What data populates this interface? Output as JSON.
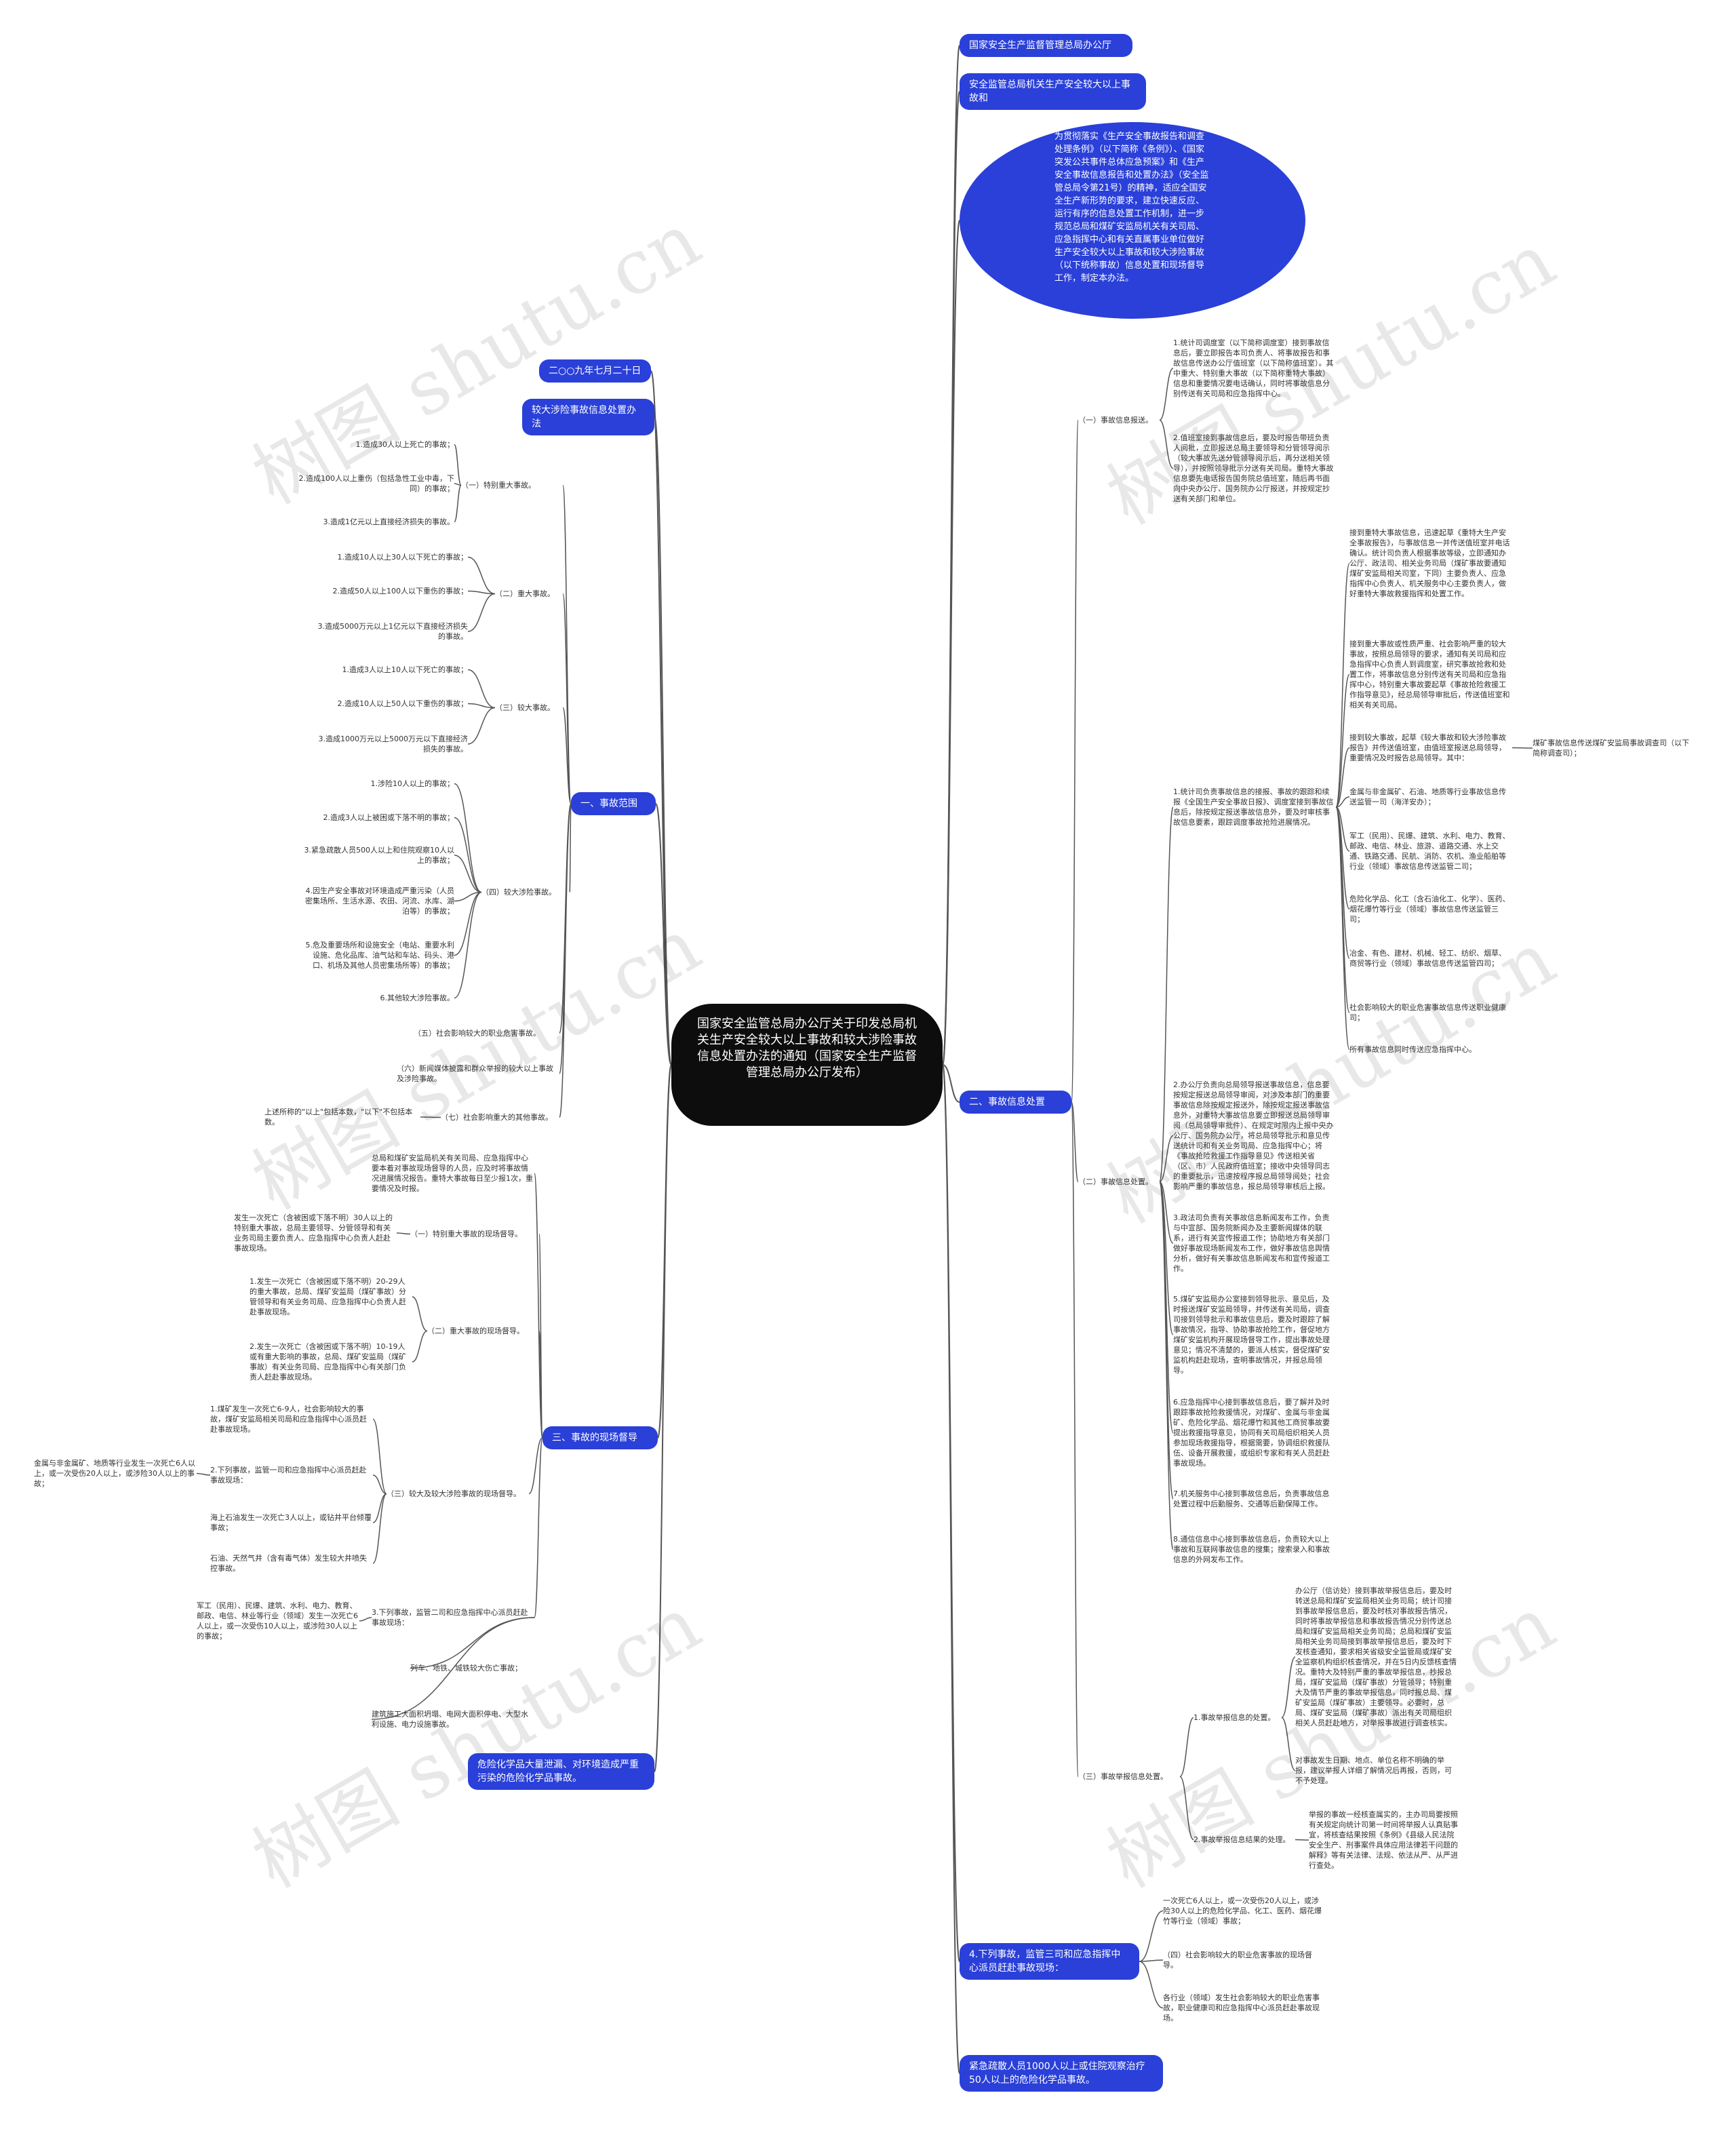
{
  "watermark": "树图 shutu.cn",
  "colors": {
    "accent": "#2a40d8",
    "root": "#0d0d0d",
    "line": "#555555"
  },
  "root": "国家安全监管总局办公厅关于印发总局机关生产安全较大以上事故和较大涉险事故信息处置办法的通知（国家安全生产监督管理总局办公厅发布）",
  "right": {
    "n1": "国家安全生产监督管理总局办公厅",
    "n2": "安全监管总局机关生产安全较大以上事故和",
    "n3": "为贯彻落实《生产安全事故报告和调查处理条例》（以下简称《条例》）、《国家突发公共事件总体应急预案》和《生产安全事故信息报告和处置办法》（安全监管总局令第21号）的精神，适应全国安全生产新形势的要求，建立快速反应、运行有序的信息处置工作机制，进一步规范总局和煤矿安监局机关有关司局、应急指挥中心和有关直属事业单位做好生产安全较大以上事故和较大涉险事故（以下统称事故）信息处置和现场督导工作，制定本办法。",
    "n4": "二、事故信息处置",
    "n4a": "（一）事故信息报送。",
    "n4a1": "1.统计司调度室（以下简称调度室）接到事故信息后，要立即报告本司负责人、将事故报告和事故信息传送办公厅值班室（以下简称值班室）。其中重大、特别重大事故（以下简称重特大事故）信息和重要情况要电话确认，同时将事故信息分别传送有关司局和应急指挥中心。",
    "n4a2": "2.值班室接到事故信息后，要及时报告带班负责人阅批，立即报送总局主要领导和分管领导阅示（较大事故先送分管领导阅示后，再分送相关领导），并按照领导批示分送有关司局。重特大事故信息要先电话报告国务院总值班室，随后再书面向中央办公厅、国务院办公厅报送，并按规定抄送有关部门和单位。",
    "n4b": "（二）事故信息处置。",
    "n4b1": "1.统计司负责事故信息的接报、事故的跟踪和续报《全国生产安全事故日报》、调度室接到事故信息后，除按规定报送事故信息外，要及时审核事故信息要素，跟踪调度事故抢险进展情况。",
    "n4b1a": "接到重特大事故信息，迅速起草《重特大生产安全事故报告》，与事故信息一并传送值班室并电话确认。统计司负责人根据事故等级，立即通知办公厅、政法司、相关业务司局（煤矿事故要通知煤矿安监局相关司室，下同）主要负责人、应急指挥中心负责人、机关服务中心主要负责人，做好重特大事故救援指挥和处置工作。",
    "n4b1b": "接到重大事故或性质严重、社会影响严重的较大事故，按照总局领导的要求，通知有关司局和应急指挥中心负责人到调度室，研究事故抢救和处置工作，将事故信息分别传送有关司局和应急指挥中心，特别重大事故要起草《事故抢险救援工作指导意见》，经总局领导审批后，传送值班室和相关有关司局。",
    "n4b1c": "接到较大事故，起草《较大事故和较大涉险事故报告》并传送值班室，由值班室报送总局领导，重要情况及时报告总局领导。其中：",
    "n4b1c_x": "煤矿事故信息传送煤矿安监局事故调查司（以下简称调查司）；",
    "n4b1d": "金属与非金属矿、石油、地质等行业事故信息传送监管一司（海洋安办）；",
    "n4b1e": "军工（民用）、民爆、建筑、水利、电力、教育、邮政、电信、林业、旅游、道路交通、水上交通、铁路交通、民航、消防、农机、渔业船舶等行业（领域）事故信息传送监管二司；",
    "n4b1f": "危险化学品、化工（含石油化工、化学）、医药、烟花爆竹等行业（领域）事故信息传送监管三司；",
    "n4b1g": "冶金、有色、建材、机械、轻工、纺织、烟草、商贸等行业（领域）事故信息传送监管四司；",
    "n4b1h": "社会影响较大的职业危害事故信息传送职业健康司；",
    "n4b1i": "所有事故信息同时传送应急指挥中心。",
    "n4b2": "2.办公厅负责向总局领导报送事故信息，信息要按规定报送总局领导审阅，对涉及本部门的重要事故信息除按规定报送外，除按规定报送事故信息外，对重特大事故信息要立即报送总局领导审阅（总局领导审批件）、在规定时限内上报中央办公厅、国务院办公厅，将总局领导批示和意见传送统计司和有关业务司局、应急指挥中心；将《事故抢险救援工作指导意见》传送相关省（区、市）人民政府值班室；接收中央领导同志的重要批示，迅速按程序报总局领导阅处；社会影响严重的事故信息，报总局领导审核后上报。",
    "n4b3": "3.政法司负责有关事故信息新闻发布工作，负责与中宣部、国务院新闻办及主要新闻媒体的联系，进行有关宣传报道工作；协助地方有关部门做好事故现场新闻发布工作，做好事故信息舆情分析，做好有关事故信息新闻发布和宣传报道工作。",
    "n4b4": "5.煤矿安监局办公室接到领导批示、意见后，及时报送煤矿安监局领导，并传送有关司局，调查司接到领导批示和事故信息后，要及时跟踪了解事故情况，指导、协助事故抢险工作，督促地方煤矿安监机构开展现场督导工作，提出事故处理意见；情况不清楚的，要派人核实，督促煤矿安监机构赶赴现场，查明事故情况，并报总局领导。",
    "n4b5": "6.应急指挥中心接到事故信息后，要了解并及时跟踪事故抢险救援情况，对煤矿、金属与非金属矿、危险化学品、烟花爆竹和其他工商贸事故要提出救援指导意见，协同有关司局组织相关人员参加现场救援指导，根据需要，协调组织救援队伍、设备开展救援，或组织专家和有关人员赶赴事故现场。",
    "n4b6": "7.机关服务中心接到事故信息后，负责事故信息处置过程中后勤服务、交通等后勤保障工作。",
    "n4b7": "8.通信信息中心接到事故信息后，负责较大以上事故和互联网事故信息的搜集；搜索录入和事故信息的外网发布工作。",
    "n4c": "（三）事故举报信息处置。",
    "n4c1": "1.事故举报信息的处置。",
    "n4c1a": "办公厅（信访处）接到事故举报信息后，要及时转送总局和煤矿安监局相关业务司局；统计司接到事故举报信息后，要及时核对事故报告情况，同时将事故举报信息和事故报告情况分别传送总局和煤矿安监局相关业务司局；总局和煤矿安监局相关业务司局接到事故举报信息后，要及时下发核查通知，要求相关省级安全监管局或煤矿安全监察机构组织核查情况，并在5日内反馈核查情况。重特大及特别严重的事故举报信息，抄报总局，煤矿安监局（煤矿事故）分管领导；特别重大及情节严重的事故举报信息，同时报总局、煤矿安监局（煤矿事故）主要领导。必要时，总局、煤矿安监局（煤矿事故）派出有关司局组织相关人员赶赴地方，对举报事故进行调查核实。",
    "n4c1b": "对事故发生日期、地点、单位名称不明确的举报，建议举报人详细了解情况后再报，否则，可不予处理。",
    "n4c2": "2.事故举报信息结果的处理。",
    "n4c2a": "举报的事故一经核查属实的，主办司局要按照有关规定向统计司第一时间将举报人认真贴事宜，将核查结果按照《条例》《县级人民法院安全生产、刑事案件具体应用法律若干问题的解释》等有关法律、法规、依法从严、从严进行查处。",
    "n5": "4.下列事故，监管三司和应急指挥中心派员赶赴事故现场：",
    "n5a": "一次死亡6人以上，或一次受伤20人以上，或涉险30人以上的危险化学品、化工、医药、烟花爆竹等行业（领域）事故；",
    "n5b": "（四）社会影响较大的职业危害事故的现场督导。",
    "n5c": "各行业（领域）发生社会影响较大的职业危害事故，职业健康司和应急指挥中心派员赶赴事故现场。",
    "n6": "紧急疏散人员1000人以上或住院观察治疗50人以上的危险化学品事故。"
  },
  "left": {
    "date": "二○○九年七月二十日",
    "title": "较大涉险事故信息处置办法",
    "s1": "一、事故范围",
    "s1a": "（一）特别重大事故。",
    "s1a1": "1.造成30人以上死亡的事故；",
    "s1a2": "2.造成100人以上重伤（包括急性工业中毒，下同）的事故；",
    "s1a3": "3.造成1亿元以上直接经济损失的事故。",
    "s1b": "（二）重大事故。",
    "s1b1": "1.造成10人以上30人以下死亡的事故；",
    "s1b2": "2.造成50人以上100人以下重伤的事故；",
    "s1b3": "3.造成5000万元以上1亿元以下直接经济损失的事故。",
    "s1c": "（三）较大事故。",
    "s1c1": "1.造成3人以上10人以下死亡的事故；",
    "s1c2": "2.造成10人以上50人以下重伤的事故；",
    "s1c3": "3.造成1000万元以上5000万元以下直接经济损失的事故。",
    "s1d": "（四）较大涉险事故。",
    "s1d1": "1.涉险10人以上的事故；",
    "s1d2": "2.造成3人以上被困或下落不明的事故；",
    "s1d3": "3.紧急疏散人员500人以上和住院观察10人以上的事故；",
    "s1d4": "4.因生产安全事故对环境造成严重污染（人员密集场所、生活水源、农田、河流、水库、湖泊等）的事故；",
    "s1d5": "5.危及重要场所和设施安全（电站、重要水利设施、危化品库、油气站和车站、码头、港口、机场及其他人员密集场所等）的事故；",
    "s1d6": "6.其他较大涉险事故。",
    "s1e": "（五）社会影响较大的职业危害事故。",
    "s1f": "（六）新闻媒体披露和群众举报的较大以上事故及涉险事故。",
    "s1g": "（七）社会影响重大的其他事故。",
    "s1g1": "上述所称的\"以上\"包括本数，\"以下\"不包括本数。",
    "s3": "三、事故的现场督导",
    "s3intro": "总局和煤矿安监局机关有关司局、应急指挥中心要本着对事故现场督导的人员，应及时将事故情况进展情况报告。重特大事故每日至少报1次，重要情况及时报。",
    "s3a": "（一）特别重大事故的现场督导。",
    "s3a1": "发生一次死亡（含被困或下落不明）30人以上的特别重大事故，总局主要领导、分管领导和有关业务司局主要负责人、应急指挥中心负责人赶赴事故现场。",
    "s3b": "（二）重大事故的现场督导。",
    "s3b1": "1.发生一次死亡（含被困或下落不明）20-29人的重大事故，总局、煤矿安监局（煤矿事故）分管领导和有关业务司局、应急指挥中心负责人赶赴事故现场。",
    "s3b2": "2.发生一次死亡（含被困或下落不明）10-19人或有重大影响的事故，总局、煤矿安监局（煤矿事故）有关业务司局、应急指挥中心有关部门负责人赶赴事故现场。",
    "s3c": "（三）较大及较大涉险事故的现场督导。",
    "s3c1": "1.煤矿发生一次死亡6-9人，社会影响较大的事故，煤矿安监局相关司局和应急指挥中心派员赶赴事故现场。",
    "s3c2": "2.下列事故，监管一司和应急指挥中心派员赶赴事故现场：",
    "s3c2a": "金属与非金属矿、地质等行业发生一次死亡6人以上，或一次受伤20人以上，或涉险30人以上的事故；",
    "s3c3": "海上石油发生一次死亡3人以上，或钻井平台倾覆事故；",
    "s3c4": "石油、天然气井（含有毒气体）发生较大井喷失控事故。",
    "s3d": "3.下列事故，监管二司和应急指挥中心派员赶赴事故现场：",
    "s3d1": "军工（民用）、民爆、建筑、水利、电力、教育、邮政、电信、林业等行业（领域）发生一次死亡6人以上，或一次受伤10人以上，或涉险30人以上的事故；",
    "s3d2": "列车、地铁、城铁较大伤亡事故；",
    "s3d3": "建筑施工大面积坍塌、电网大面积停电、大型水利设施、电力设施事故。",
    "s4": "危险化学品大量泄漏、对环境造成严重污染的危险化学品事故。"
  }
}
